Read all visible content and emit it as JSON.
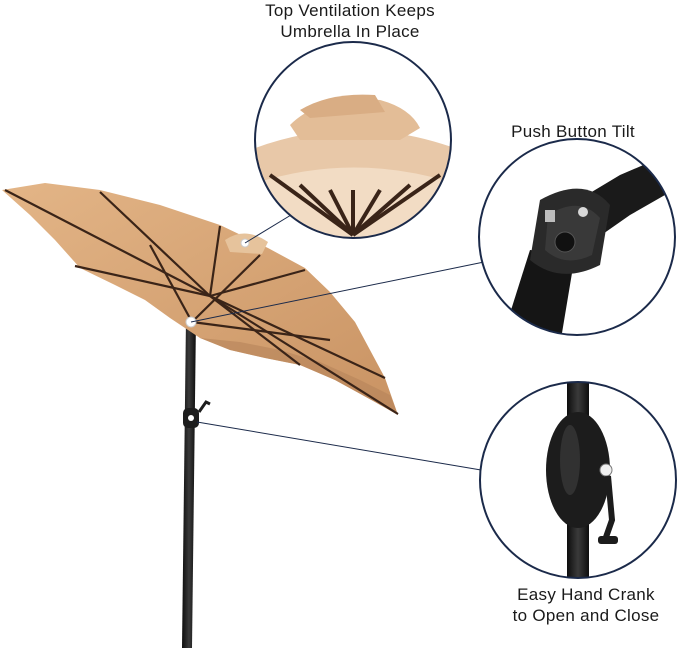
{
  "callouts": {
    "ventilation": {
      "line1": "Top Ventilation Keeps",
      "line2": "Umbrella In Place"
    },
    "tilt": {
      "line1": "Push Button Tilt"
    },
    "crank": {
      "line1": "Easy Hand Crank",
      "line2": "to Open and Close"
    }
  },
  "colors": {
    "canopy": "#d9a679",
    "canopy_shadow": "#c4905f",
    "rib": "#3a2418",
    "pole": "#1c1c1c",
    "callout_ring": "#1b2a4a",
    "callout_line": "#1b2a4a"
  }
}
